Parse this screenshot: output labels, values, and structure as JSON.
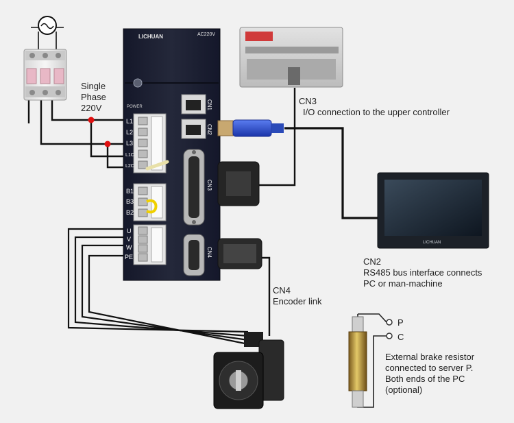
{
  "drive": {
    "brand": "LICHUAN",
    "model": "AC220V",
    "power_label": "POWER",
    "terminals_main": [
      "L1",
      "L2",
      "L3",
      "L1C",
      "L2C"
    ],
    "terminals_brake": [
      "B1",
      "B3",
      "B2"
    ],
    "terminals_motor": [
      "U",
      "V",
      "W",
      "PE"
    ],
    "ports": [
      "CN1",
      "CN2",
      "CN3",
      "CN4"
    ]
  },
  "hmi_brand": "LICHUAN",
  "labels": {
    "supply_line1": "Single",
    "supply_line2": "Phase",
    "supply_line3": "220V",
    "cn3_title": "CN3",
    "cn3_desc": "I/O connection to the upper controller",
    "cn2_title": "CN2",
    "cn2_desc1": "RS485 bus interface connects",
    "cn2_desc2": "PC or man-machine",
    "cn4_title": "CN4",
    "cn4_desc": "Encoder link",
    "res_p": "P",
    "res_c": "C",
    "brake_1": "External brake resistor",
    "brake_2": "connected to server P.",
    "brake_3": "Both ends of the PC",
    "brake_4": "(optional)"
  },
  "colors": {
    "wire": "#111111",
    "junction": "#e01010",
    "drive_body": "#1b1e2a",
    "cable_blue": "#2046c8",
    "brake_jumper": "#f0d000",
    "resistor": "#c9b24a"
  }
}
